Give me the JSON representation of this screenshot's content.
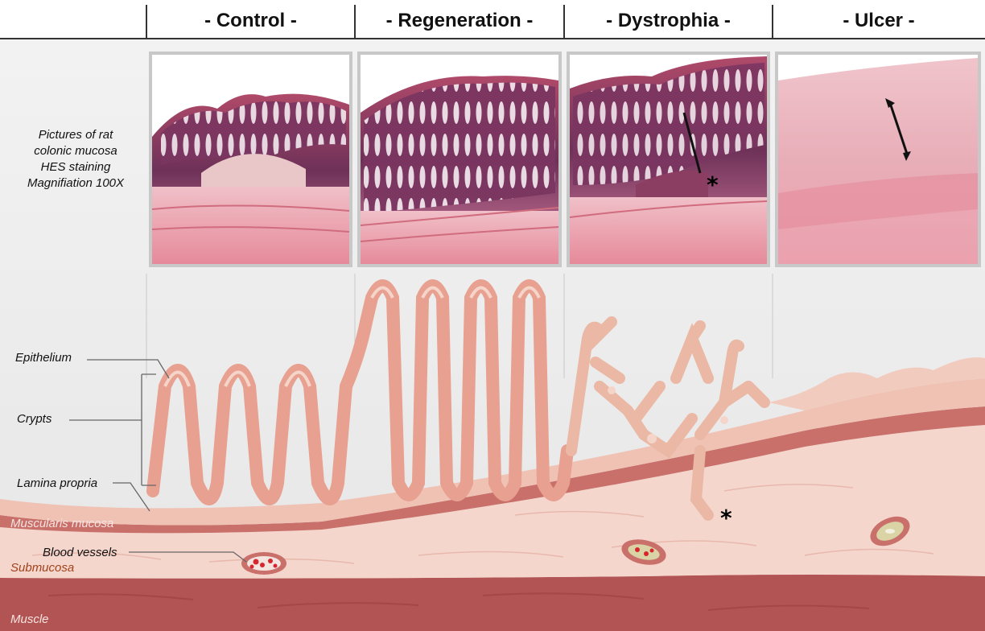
{
  "columns": [
    "- Control -",
    "- Regeneration -",
    "- Dystrophia -",
    "- Ulcer -"
  ],
  "caption": [
    "Pictures of rat",
    "colonic mucosa",
    "HES staining",
    "Magnifiation 100X"
  ],
  "labels": {
    "epithelium": "Epithelium",
    "crypts": "Crypts",
    "lamina_propria": "Lamina propria",
    "muscularis_mucosa": "Muscularis mucosa",
    "blood_vessels": "Blood vessels",
    "submucosa": "Submucosa",
    "muscle": "Muscle"
  },
  "markers": {
    "dystrophia_photo": "*",
    "dystrophia_crypt": "*"
  },
  "colors": {
    "tissue": "#e8a090",
    "crypt": "#eab8a5",
    "muscularis": "#c9706a",
    "submucosa": "#f5d6cd",
    "muscle": "#b35454",
    "purple": "#6e3158",
    "background": "#efefef"
  }
}
